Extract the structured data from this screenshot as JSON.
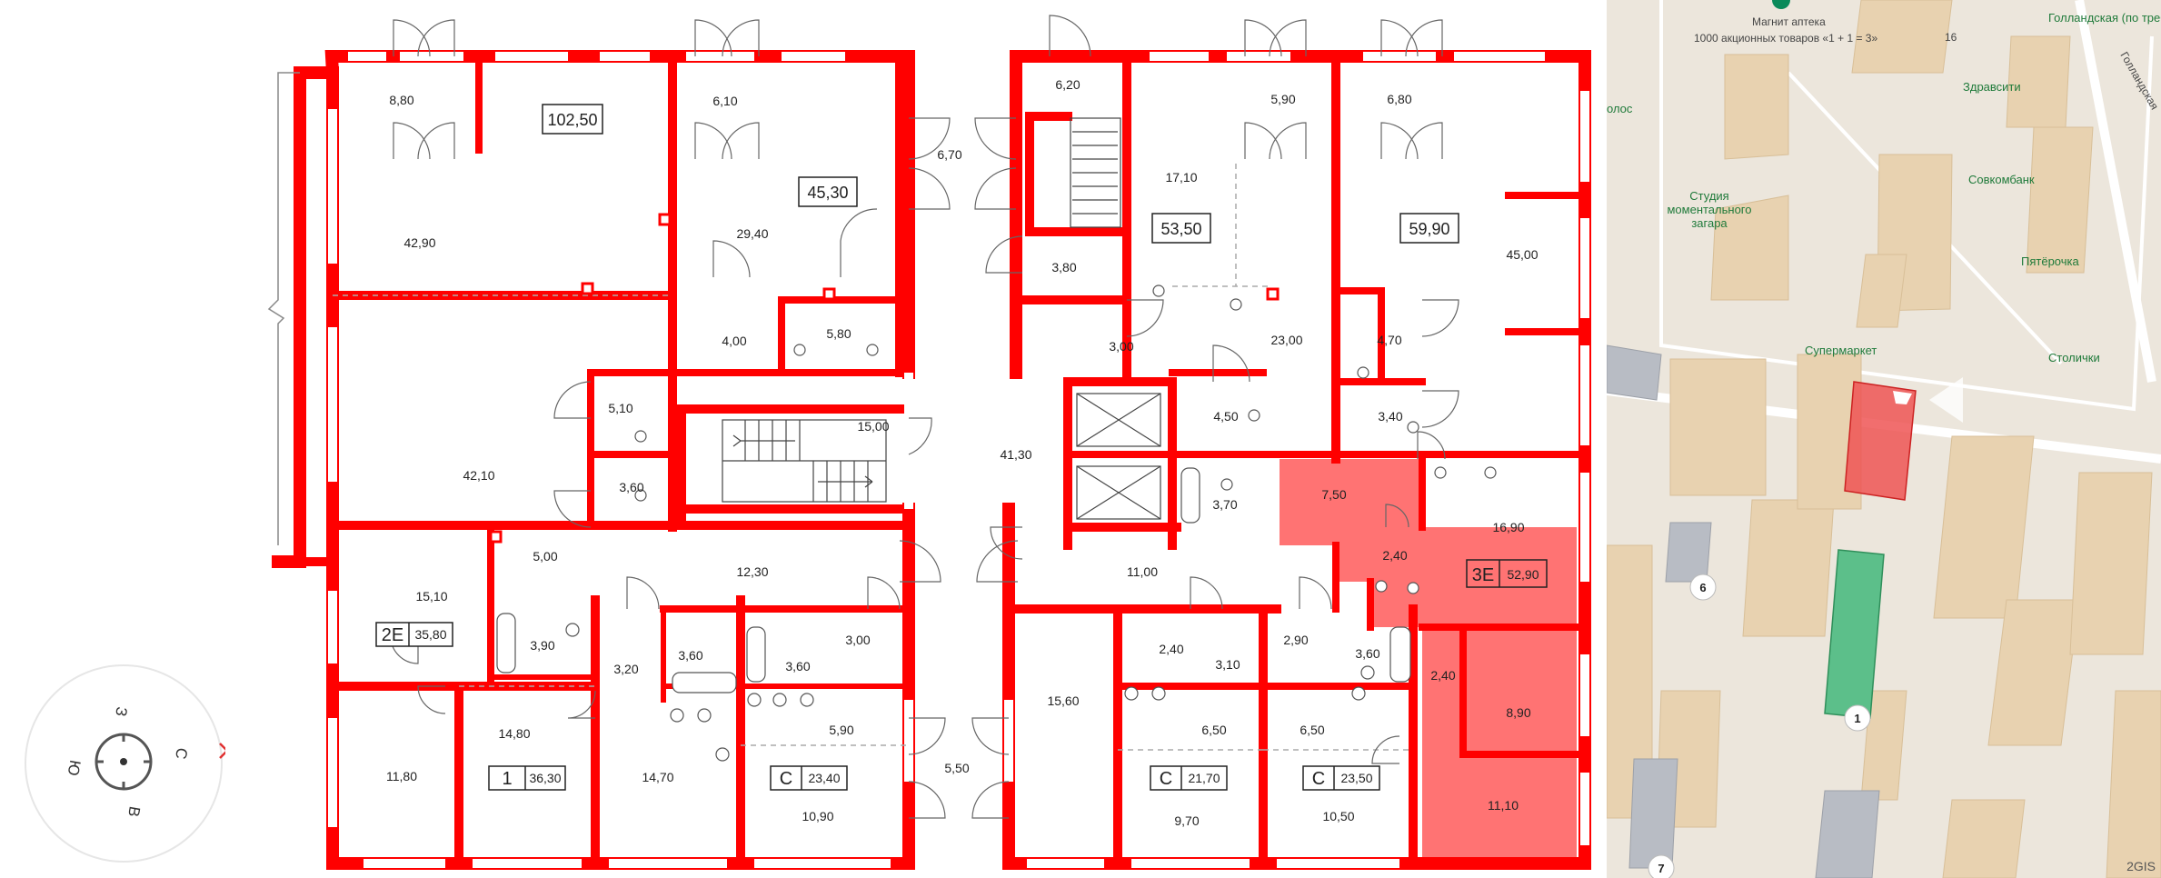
{
  "rooms": {
    "r880": "8,80",
    "r1025": "102,50",
    "r2940": "29,40",
    "r610": "6,10",
    "r4530": "45,30",
    "r670": "6,70",
    "r620": "6,20",
    "r1710": "17,10",
    "r590": "5,90",
    "r680": "6,80",
    "r5350": "53,50",
    "r5990": "59,90",
    "r4290": "42,90",
    "r380": "3,80",
    "r4500": "45,00",
    "r400": "4,00",
    "r580": "5,80",
    "r300a": "3,00",
    "r2300": "23,00",
    "r470": "4,70",
    "r510": "5,10",
    "r1500": "15,00",
    "r4130": "41,30",
    "r450": "4,50",
    "r340": "3,40",
    "r4210": "42,10",
    "r360a": "3,60",
    "r370": "3,70",
    "r750": "7,50",
    "r1690": "16,90",
    "r500": "5,00",
    "r1230": "12,30",
    "r1100": "11,00",
    "r240a": "2,40",
    "r1510": "15,10",
    "r390": "3,90",
    "r360b": "3,60",
    "r300b": "3,00",
    "r320": "3,20",
    "r360c": "3,60",
    "r240b": "2,40",
    "r290": "2,90",
    "r360d": "3,60",
    "r310": "3,10",
    "r240c": "2,40",
    "r1180": "11,80",
    "r1480": "14,80",
    "r1470": "14,70",
    "r590b": "5,90",
    "r550": "5,50",
    "r1560": "15,60",
    "r650a": "6,50",
    "r650b": "6,50",
    "r890": "8,90",
    "r1090": "10,90",
    "r970": "9,70",
    "r1050": "10,50",
    "r1110": "11,10"
  },
  "units": {
    "u2e": {
      "num": "2E",
      "area": "35,80"
    },
    "u3e": {
      "num": "3E",
      "area": "52,90"
    },
    "u1": {
      "num": "1",
      "area": "36,30"
    },
    "uc1": {
      "num": "C",
      "area": "23,40"
    },
    "uc2": {
      "num": "C",
      "area": "21,70"
    },
    "uc3": {
      "num": "C",
      "area": "23,50"
    }
  },
  "colors": {
    "wall": "#ff0000",
    "highlight": "#ff0000",
    "map_bg": "#ece6dc",
    "map_roof": "#e8d2b0",
    "map_target": "#ee5555",
    "map_green": "#5cbf8a",
    "map_gray": "#b8bcc4"
  },
  "map": {
    "magnit_title": "Магнит аптека",
    "magnit_sub": "1000 акционных товаров «1 + 1 = 3»",
    "golland_stop": "Голландская (по требованию)",
    "zdravsiti": "Здравсити",
    "sovcombank": "Совкомбанк",
    "studio1": "Студия",
    "studio2": "моментального",
    "studio3": "загара",
    "pyaterochka": "Пятёрочка",
    "supermarket": "Супермаркет",
    "stolichki": "Столички",
    "street": "Голландская",
    "golos": "олос",
    "bld16": "16",
    "pin6": "6",
    "pin1": "1",
    "pin7": "7",
    "brand": "2GIS"
  },
  "compass": {
    "north": "С",
    "south": "Ю",
    "east": "В",
    "west": "З"
  }
}
